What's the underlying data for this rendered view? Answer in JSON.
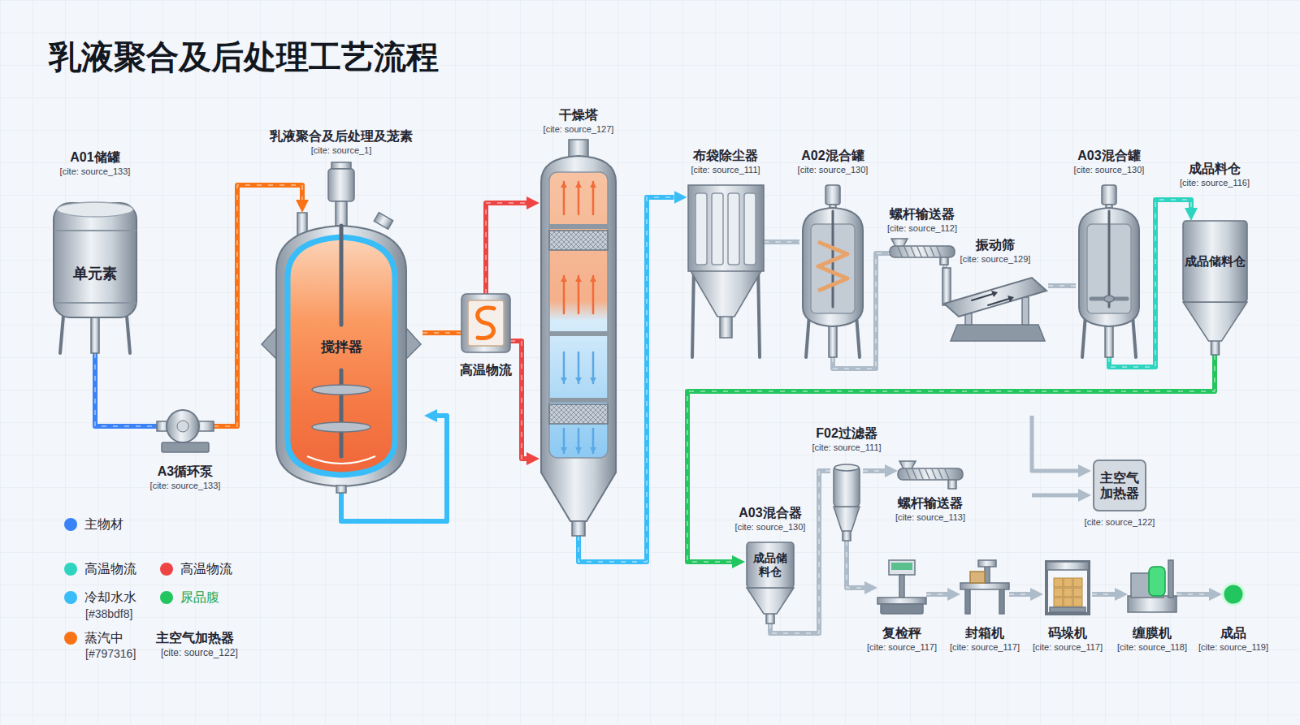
{
  "diagram": {
    "title": "乳液聚合及后处理工艺流程",
    "nodes": [
      {
        "text": [
          "A01储罐",
          "[cite: source_133]",
          "单元素"
        ]
      },
      {
        "text": [
          "A3循环泵",
          "[cite: source_133]"
        ]
      },
      {
        "text": [
          "乳液聚合及后处理及茏素",
          "[cite: source_1]",
          "搅拌器"
        ]
      },
      {
        "text": [
          "高温物流"
        ]
      },
      {
        "text": [
          "干燥塔",
          "[cite: source_127]"
        ]
      },
      {
        "text": [
          "布袋除尘器",
          "[cite: source_111]"
        ]
      },
      {
        "text": [
          "A02混合罐",
          "[cite: source_130]"
        ]
      },
      {
        "text": [
          "螺杆输送器",
          "[cite: source_112]"
        ]
      },
      {
        "text": [
          "振动筛",
          "[cite: source_129]"
        ]
      },
      {
        "text": [
          "A03混合罐",
          "[cite: source_130]"
        ]
      },
      {
        "text": [
          "成品料仓",
          "[cite: source_116]",
          "成品储料仓"
        ]
      },
      {
        "text": [
          "F02过滤器",
          "[cite: source_111]"
        ]
      },
      {
        "text": [
          "螺杆输送器",
          "[cite: source_113]"
        ]
      },
      {
        "text": [
          "主空气加热器",
          "[cite: source_122]"
        ]
      },
      {
        "text": [
          "A03混合器",
          "[cite: source_130]",
          "成品储料仓"
        ]
      },
      {
        "text": [
          "复检秤",
          "[cite: source_117]"
        ]
      },
      {
        "text": [
          "封箱机",
          "[cite: source_117]"
        ]
      },
      {
        "text": [
          "码垛机",
          "[cite: source_117]"
        ]
      },
      {
        "text": [
          "缠膜机",
          "[cite: source_118]"
        ]
      },
      {
        "text": [
          "成品",
          "[cite: source_119]"
        ]
      }
    ],
    "edges": [
      {
        "from": 0,
        "to": 1,
        "arrow": "none"
      },
      {
        "from": 1,
        "to": 2,
        "arrow": "to"
      },
      {
        "from": 2,
        "to": 3,
        "arrow": "none"
      },
      {
        "from": 3,
        "to": 4,
        "arrow": "to"
      },
      {
        "from": 3,
        "to": 4,
        "arrow": "to"
      },
      {
        "from": 4,
        "to": 5,
        "arrow": "to"
      },
      {
        "from": 5,
        "to": 6,
        "arrow": "none"
      },
      {
        "from": 6,
        "to": 7,
        "arrow": "none"
      },
      {
        "from": 7,
        "to": 8,
        "arrow": "none"
      },
      {
        "from": 8,
        "to": 9,
        "arrow": "none"
      },
      {
        "from": 9,
        "to": 10,
        "arrow": "to"
      },
      {
        "from": 10,
        "to": 14,
        "arrow": "to"
      },
      {
        "from": 14,
        "to": 11,
        "arrow": "none"
      },
      {
        "from": 11,
        "to": 12,
        "arrow": "to"
      },
      {
        "from": 11,
        "to": 15,
        "arrow": "to"
      },
      {
        "from": 15,
        "to": 16,
        "arrow": "to"
      },
      {
        "from": 16,
        "to": 17,
        "arrow": "to"
      },
      {
        "from": 17,
        "to": 18,
        "arrow": "to"
      },
      {
        "from": 18,
        "to": 19,
        "arrow": "to"
      }
    ],
    "labels": [
      "[#38bdf8]",
      "[#797316]",
      "主空气加热器",
      "[cite: source_122]"
    ],
    "legend": [
      {
        "text": "主物材",
        "color": "#3b82f6"
      },
      {
        "text": "高温物流",
        "color": "#2dd4bf"
      },
      {
        "text": "高温物流",
        "color": "#ef4444"
      },
      {
        "text": "冷却水水",
        "color": "#38bdf8"
      },
      {
        "text": "尿品腹",
        "color": "#22c55e"
      },
      {
        "text": "蒸汽中",
        "color": "#f97316"
      }
    ]
  }
}
